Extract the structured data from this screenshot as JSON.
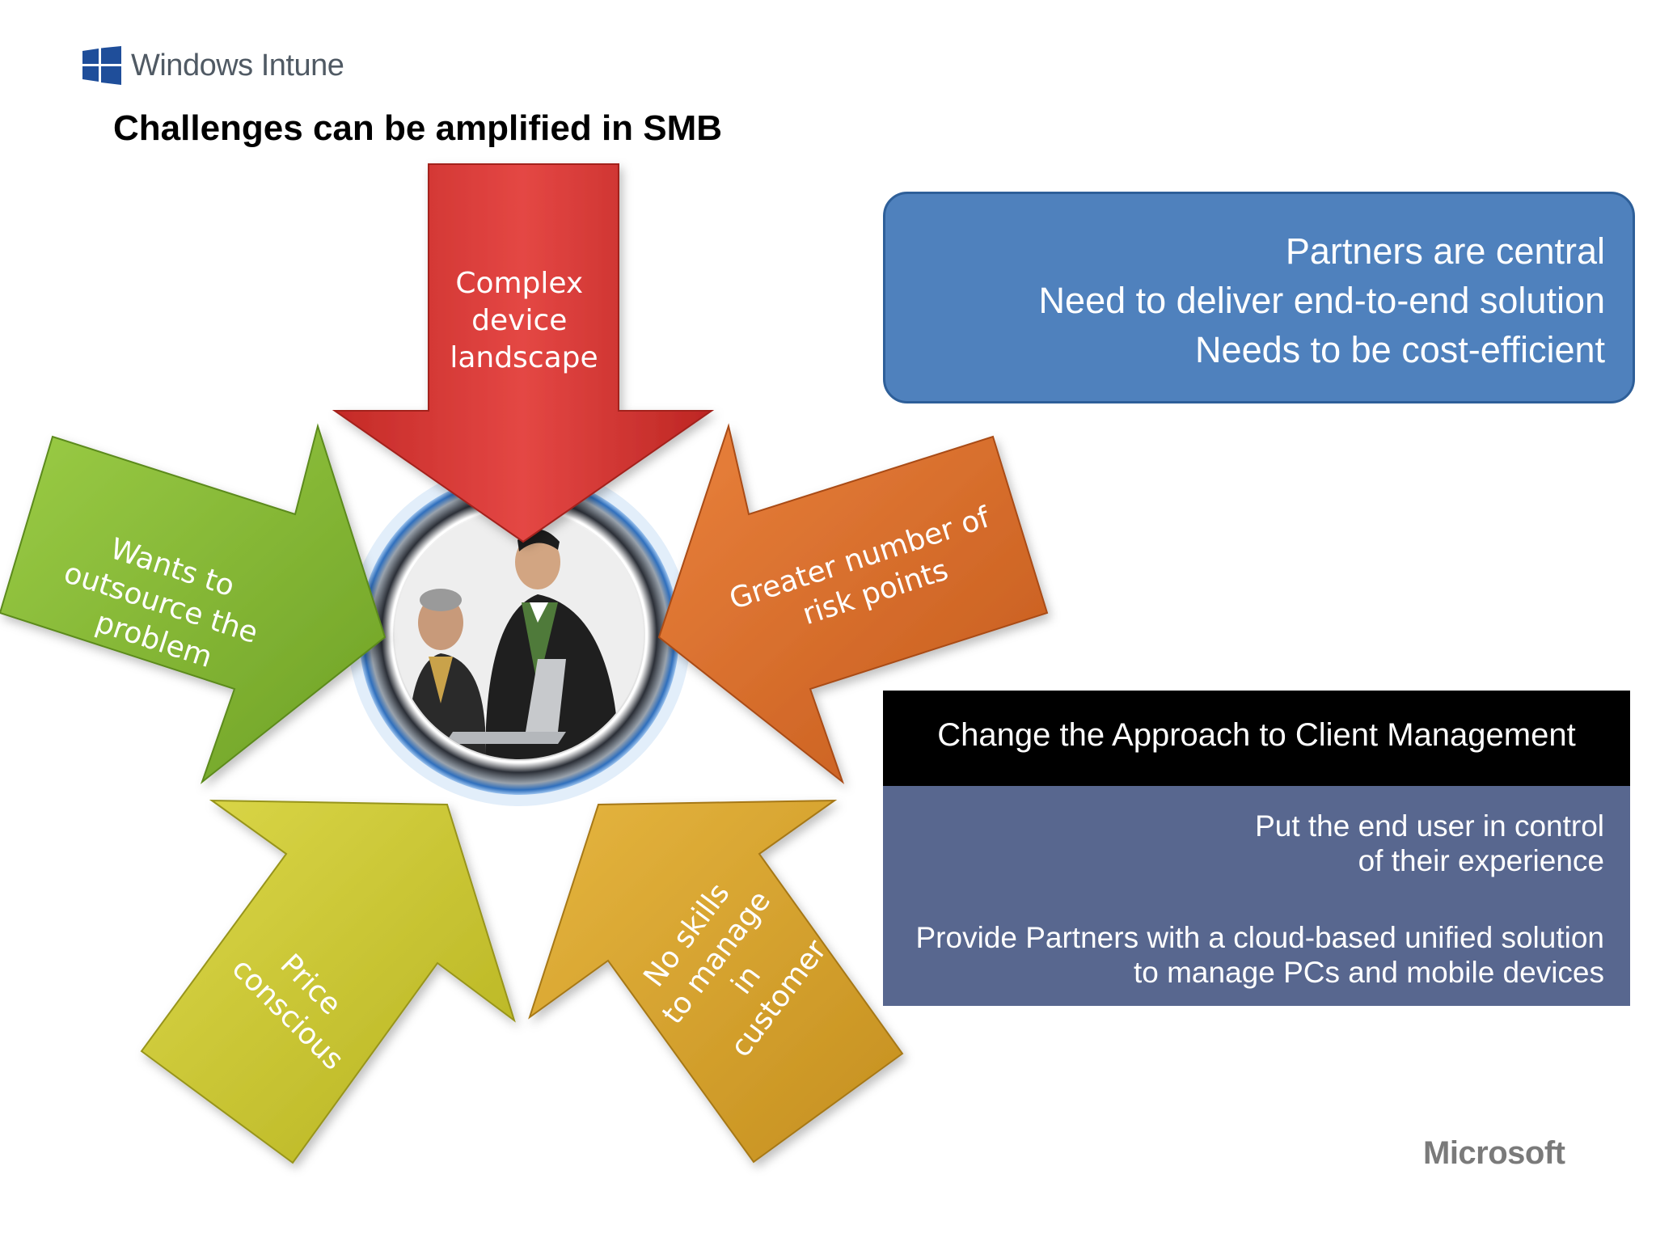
{
  "brand": {
    "product_name": "Windows Intune",
    "icon": "windows-logo-icon"
  },
  "slide": {
    "title": "Challenges can be amplified in SMB"
  },
  "diagram": {
    "center_image": "business-people-at-laptop-photo",
    "arrows": [
      {
        "id": "complex",
        "lines": [
          "Complex",
          "device",
          "landscape"
        ],
        "color": "#d93a36"
      },
      {
        "id": "risk",
        "lines": [
          "Greater number of",
          "risk points"
        ],
        "color": "#dd6f2a"
      },
      {
        "id": "skills",
        "lines": [
          "No skills",
          "to manage",
          "in",
          "customer"
        ],
        "color": "#d9a52e"
      },
      {
        "id": "price",
        "lines": [
          "Price",
          "conscious"
        ],
        "color": "#c9c531"
      },
      {
        "id": "outsource",
        "lines": [
          "Wants to",
          "outsource the",
          "problem"
        ],
        "color": "#87bb34"
      }
    ]
  },
  "partners_box": {
    "lines": [
      "Partners are central",
      "Need to deliver end-to-end solution",
      "Needs to be cost-efficient"
    ],
    "color": "#4f81bd"
  },
  "approach": {
    "heading": "Change the Approach to Client Management",
    "items": [
      {
        "line1": "Put the end user in control",
        "line2": "of their experience"
      },
      {
        "line1": "Provide Partners with a cloud-based unified solution",
        "line2": "to manage PCs and mobile devices"
      }
    ]
  },
  "footer": {
    "company": "Microsoft"
  }
}
